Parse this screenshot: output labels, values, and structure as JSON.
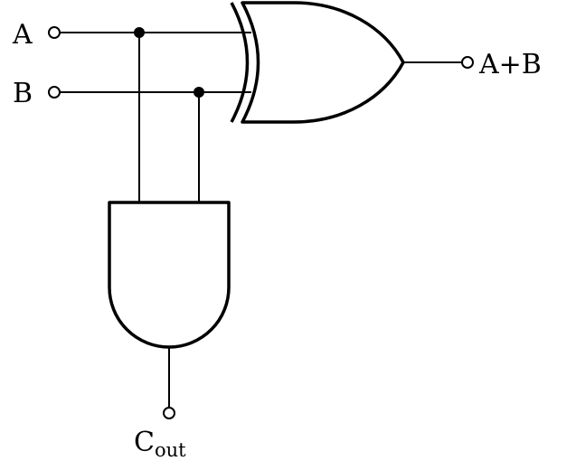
{
  "diagram": {
    "inputs": {
      "a_label": "A",
      "b_label": "B"
    },
    "outputs": {
      "sum_label": "A+B",
      "carry_label_main": "C",
      "carry_label_sub": "out"
    },
    "gates": {
      "xor_gate": "XOR",
      "and_gate": "AND"
    }
  }
}
